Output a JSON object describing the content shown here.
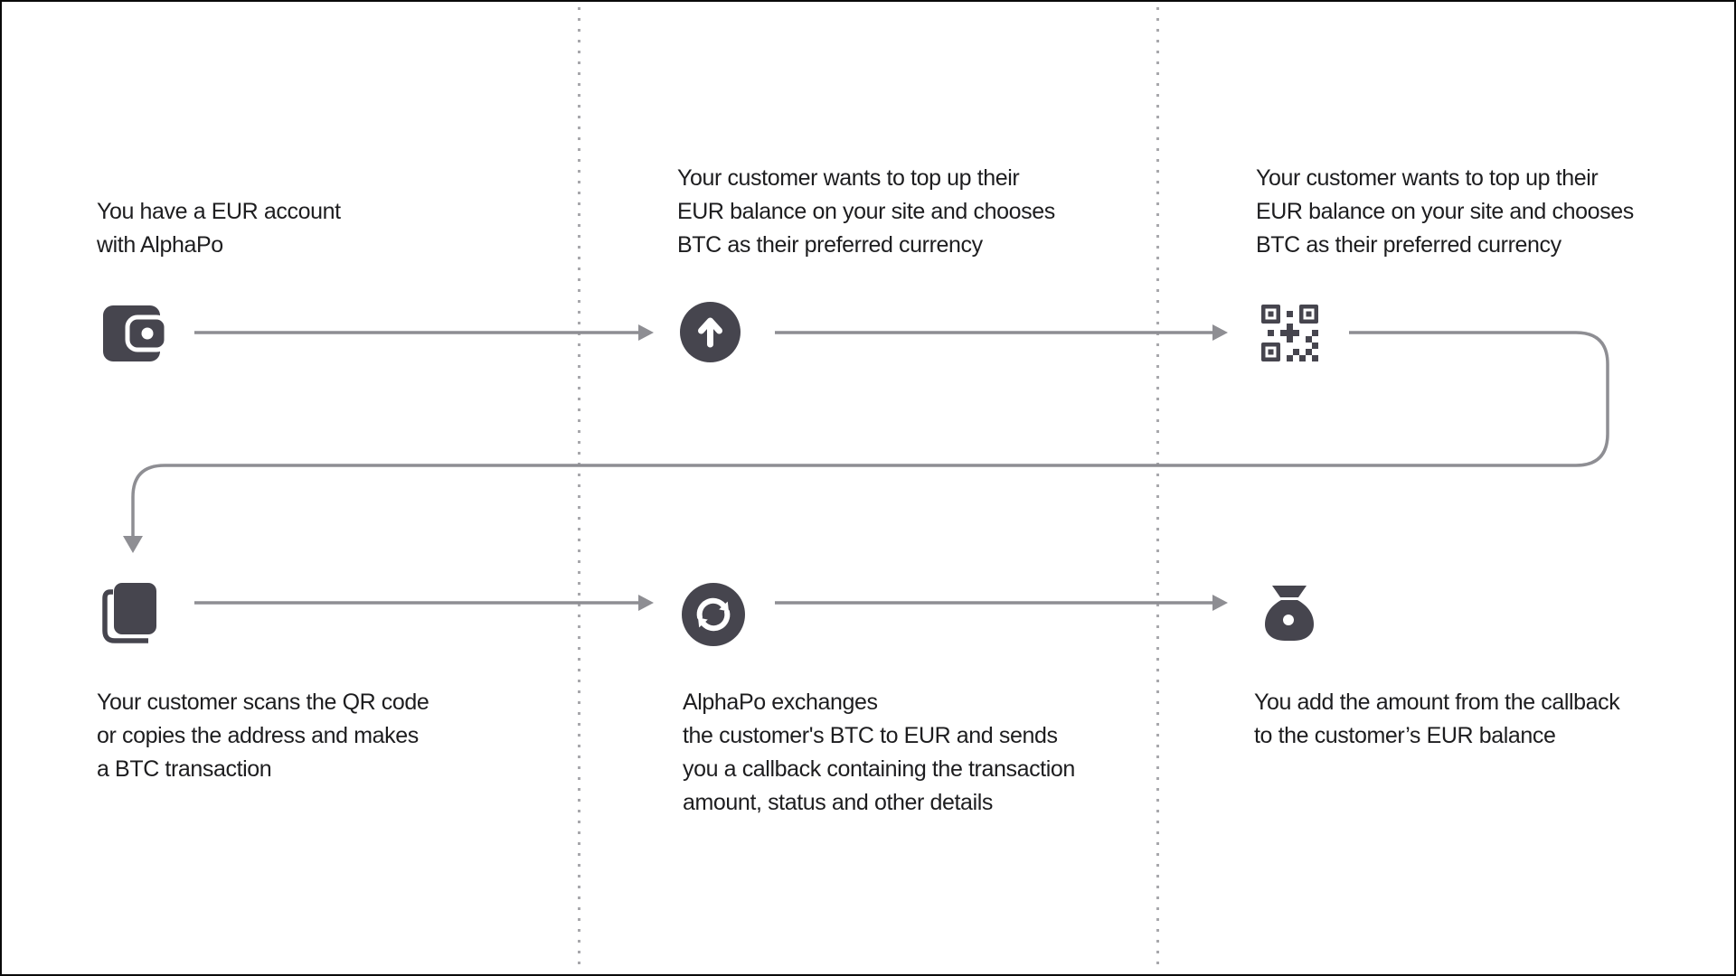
{
  "colors": {
    "icon_dark": "#46454E",
    "connector_gray": "#8E8E93",
    "dot_gray": "#A8A8AC",
    "text": "#1D1D1F",
    "background": "#FFFFFF",
    "border": "#0A0A0A"
  },
  "steps": [
    {
      "icon": "wallet-icon",
      "lines": [
        "You have a EUR account",
        "with AlphaPo"
      ]
    },
    {
      "icon": "top-up-arrow-icon",
      "lines": [
        "Your customer wants to top up their",
        "EUR balance on your site and chooses",
        "BTC as their preferred currency"
      ]
    },
    {
      "icon": "qr-code-icon",
      "lines": [
        "Your customer wants to top up their",
        "EUR balance on your site and chooses",
        "BTC as their preferred currency"
      ]
    },
    {
      "icon": "copy-address-icon",
      "lines": [
        "Your customer scans the QR code",
        "or copies the address and makes",
        "a BTC transaction"
      ]
    },
    {
      "icon": "exchange-sync-icon",
      "lines": [
        "AlphaPo exchanges",
        "the customer's BTC to EUR and sends",
        "you a callback containing the transaction",
        "amount, status and other details"
      ]
    },
    {
      "icon": "money-bag-icon",
      "lines": [
        "You add the amount from the callback",
        "to the customer’s EUR balance"
      ]
    }
  ]
}
